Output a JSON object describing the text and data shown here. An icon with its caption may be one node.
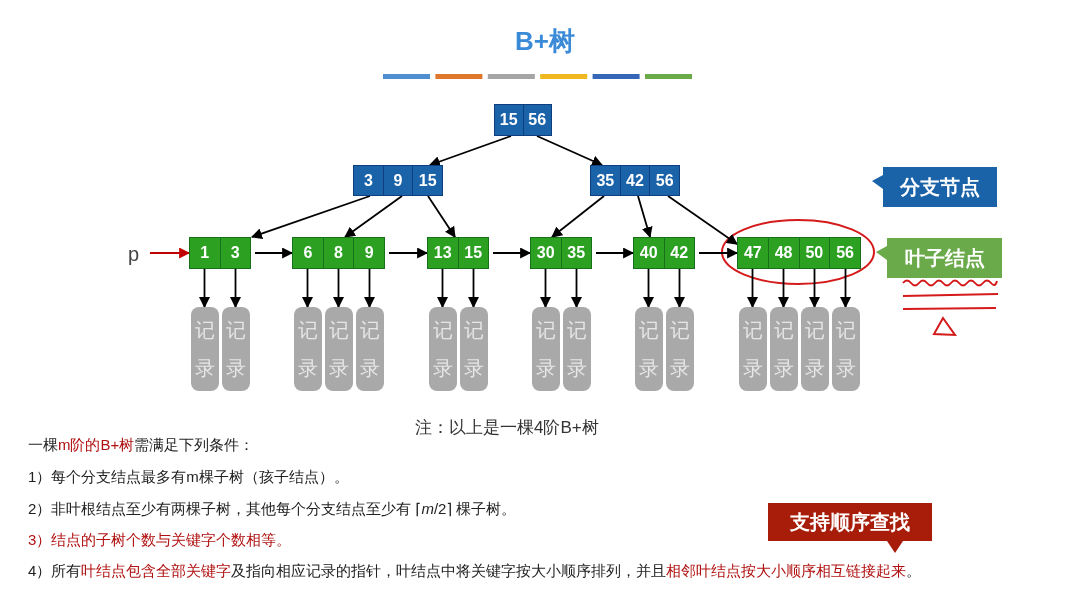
{
  "diagram": {
    "title": "B+树",
    "nodes": [
      {
        "text": [
          "15",
          "56"
        ]
      },
      {
        "text": [
          "3",
          "9",
          "15"
        ]
      },
      {
        "text": [
          "35",
          "42",
          "56"
        ]
      },
      {
        "text": [
          "p"
        ]
      },
      {
        "text": [
          "1",
          "3"
        ]
      },
      {
        "text": [
          "6",
          "8",
          "9"
        ]
      },
      {
        "text": [
          "13",
          "15"
        ]
      },
      {
        "text": [
          "30",
          "35"
        ]
      },
      {
        "text": [
          "40",
          "42"
        ]
      },
      {
        "text": [
          "47",
          "48",
          "50",
          "56"
        ]
      },
      {
        "text": [
          "记录"
        ]
      },
      {
        "text": [
          "记录"
        ]
      },
      {
        "text": [
          "记录"
        ]
      },
      {
        "text": [
          "记录"
        ]
      },
      {
        "text": [
          "记录"
        ]
      },
      {
        "text": [
          "记录"
        ]
      },
      {
        "text": [
          "记录"
        ]
      },
      {
        "text": [
          "记录"
        ]
      },
      {
        "text": [
          "记录"
        ]
      },
      {
        "text": [
          "记录"
        ]
      },
      {
        "text": [
          "记录"
        ]
      },
      {
        "text": [
          "记录"
        ]
      },
      {
        "text": [
          "记录"
        ]
      },
      {
        "text": [
          "记录"
        ]
      },
      {
        "text": [
          "记录"
        ]
      },
      {
        "text": [
          "分支节点"
        ]
      },
      {
        "text": [
          "叶子结点"
        ]
      },
      {
        "text": [
          "支持顺序查找"
        ]
      }
    ],
    "edges": [
      {
        "from": 0,
        "to": 1,
        "arrow": "to"
      },
      {
        "from": 0,
        "to": 2,
        "arrow": "to"
      },
      {
        "from": 1,
        "to": 4,
        "arrow": "to"
      },
      {
        "from": 1,
        "to": 5,
        "arrow": "to"
      },
      {
        "from": 1,
        "to": 6,
        "arrow": "to"
      },
      {
        "from": 2,
        "to": 7,
        "arrow": "to"
      },
      {
        "from": 2,
        "to": 8,
        "arrow": "to"
      },
      {
        "from": 2,
        "to": 9,
        "arrow": "to"
      },
      {
        "from": 3,
        "to": 4,
        "arrow": "to",
        "color": "#c00000"
      },
      {
        "from": 4,
        "to": 5,
        "arrow": "to"
      },
      {
        "from": 5,
        "to": 6,
        "arrow": "to"
      },
      {
        "from": 6,
        "to": 7,
        "arrow": "to"
      },
      {
        "from": 7,
        "to": 8,
        "arrow": "to"
      },
      {
        "from": 8,
        "to": 9,
        "arrow": "to"
      },
      {
        "from": 4,
        "to": 10,
        "arrow": "to"
      },
      {
        "from": 4,
        "to": 11,
        "arrow": "to"
      },
      {
        "from": 5,
        "to": 12,
        "arrow": "to"
      },
      {
        "from": 5,
        "to": 13,
        "arrow": "to"
      },
      {
        "from": 5,
        "to": 14,
        "arrow": "to"
      },
      {
        "from": 6,
        "to": 15,
        "arrow": "to"
      },
      {
        "from": 6,
        "to": 16,
        "arrow": "to"
      },
      {
        "from": 7,
        "to": 17,
        "arrow": "to"
      },
      {
        "from": 7,
        "to": 18,
        "arrow": "to"
      },
      {
        "from": 8,
        "to": 19,
        "arrow": "to"
      },
      {
        "from": 8,
        "to": 20,
        "arrow": "to"
      },
      {
        "from": 9,
        "to": 21,
        "arrow": "to"
      },
      {
        "from": 9,
        "to": 22,
        "arrow": "to"
      },
      {
        "from": 9,
        "to": 23,
        "arrow": "to"
      },
      {
        "from": 9,
        "to": 24,
        "arrow": "to"
      }
    ],
    "labels": [
      "注：以上是一棵4阶B+树",
      "一棵**m阶的B+树**需满足下列条件：",
      "1）每个分支结点最多有m棵子树（孩子结点）。",
      "2）非叶根结点至少有两棵子树，其他每个分支结点至少有 ⌈*m*/2⌉ 棵子树。",
      "3）结点的子树个数与关键字个数相等。",
      "4）所有**叶结点包含全部关键字**及指向相应记录的指针，叶结点中将关键字按大小顺序排列，并且**相邻叶结点按大小顺序相互链接起来**。"
    ]
  }
}
